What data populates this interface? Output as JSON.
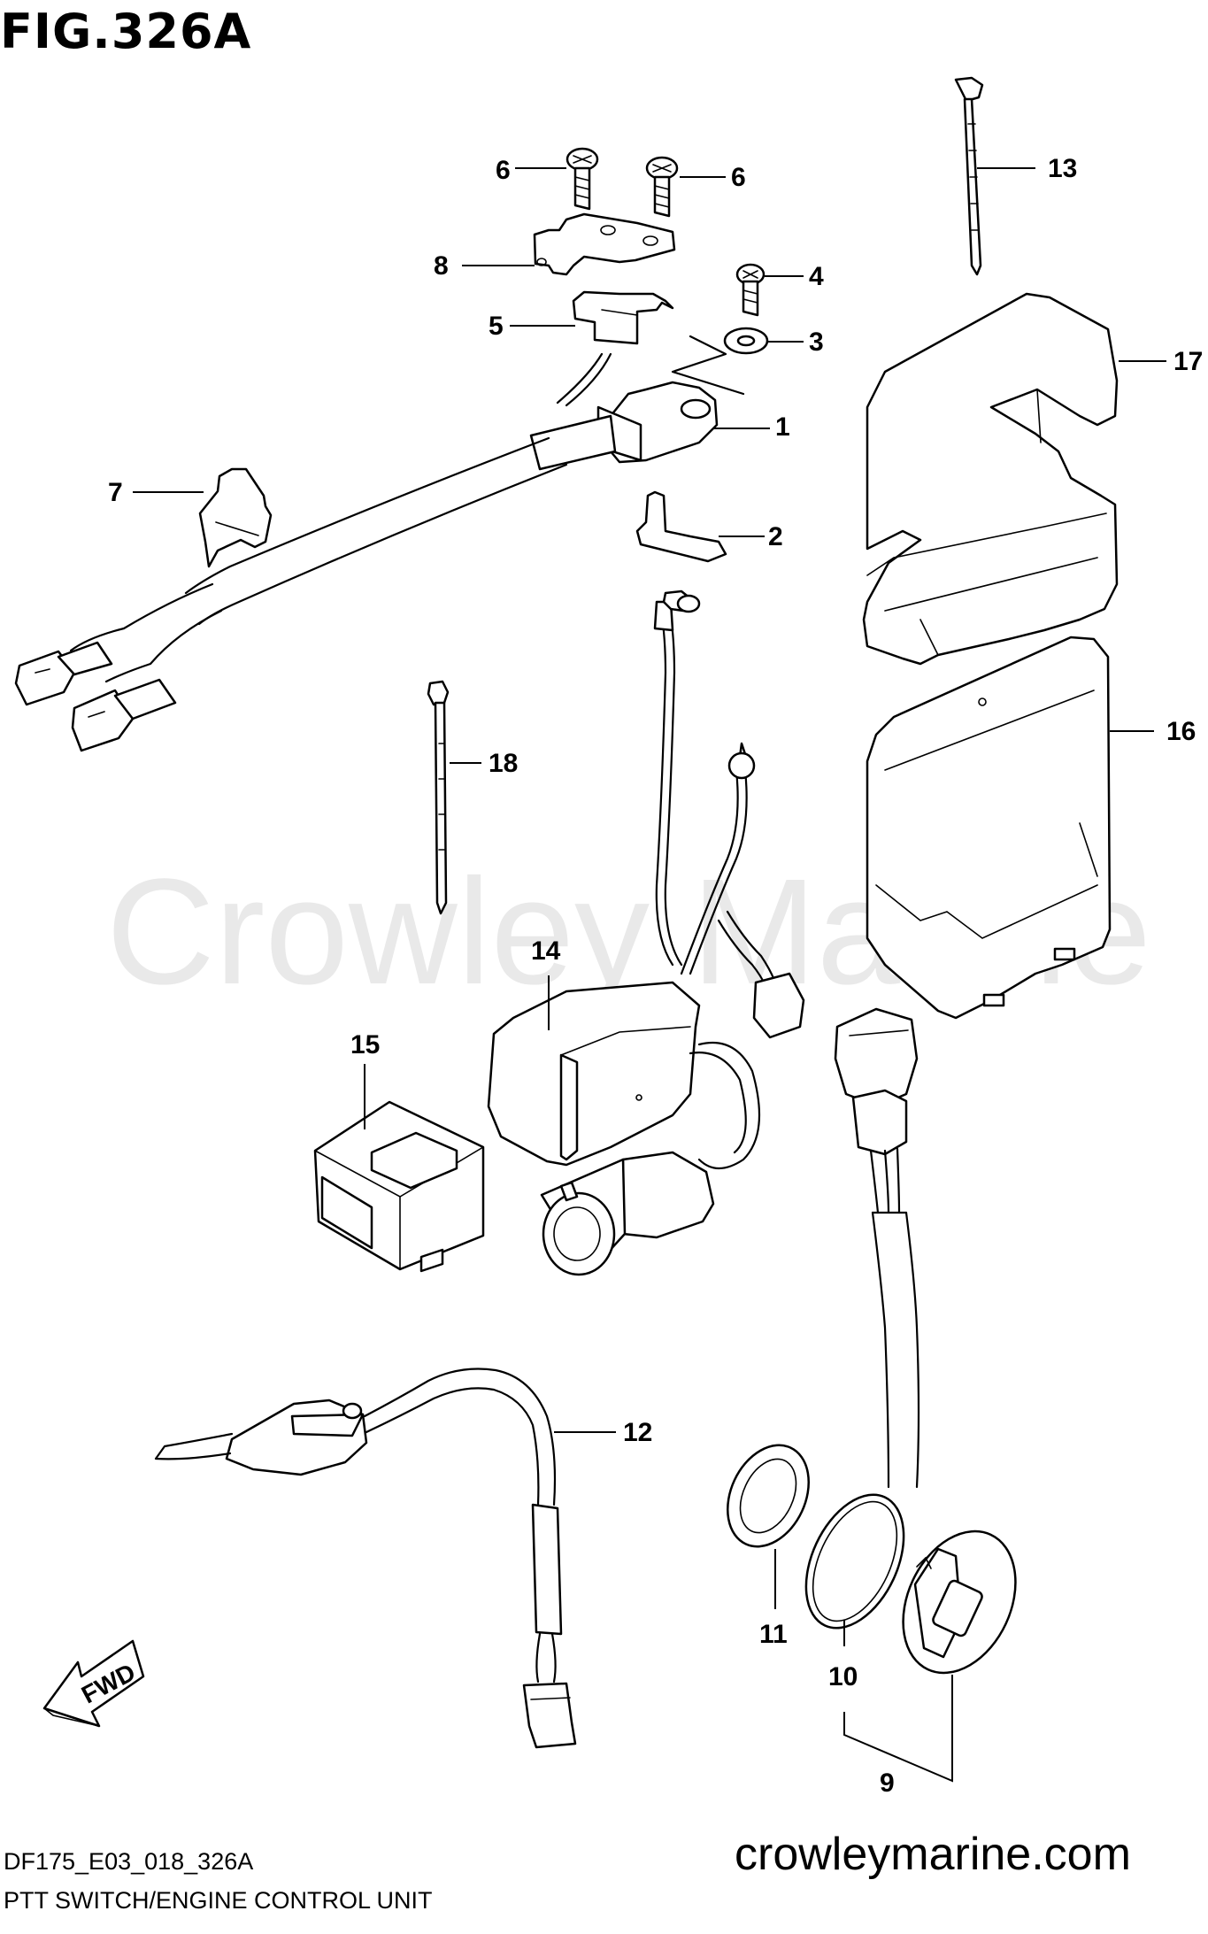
{
  "figure": {
    "title": "FIG.326A",
    "code": "DF175_E03_018_326A",
    "caption": "PTT SWITCH/ENGINE CONTROL UNIT",
    "website": "crowleymarine.com",
    "watermark": "Crowley Marine",
    "fwd_label": "FWD"
  },
  "callouts": {
    "p1": "1",
    "p2": "2",
    "p3": "3",
    "p4": "4",
    "p5": "5",
    "p6a": "6",
    "p6b": "6",
    "p7": "7",
    "p8": "8",
    "p9": "9",
    "p10": "10",
    "p11": "11",
    "p12": "12",
    "p13": "13",
    "p14": "14",
    "p15": "15",
    "p16": "16",
    "p17": "17",
    "p18": "18"
  }
}
